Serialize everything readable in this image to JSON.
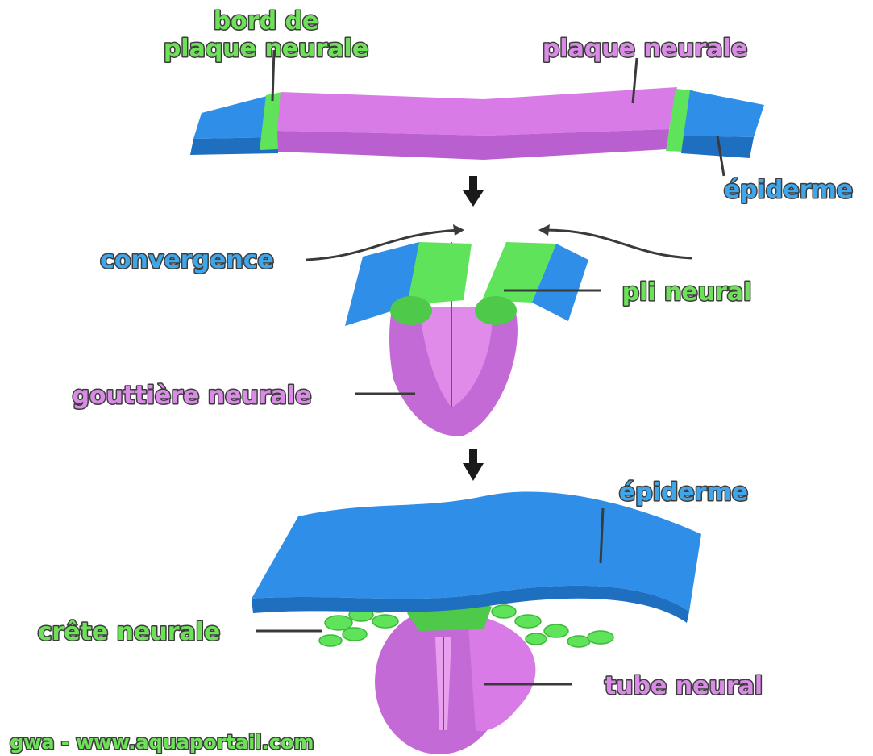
{
  "labels": {
    "bord_de_plaque_neurale_line1": "bord de",
    "bord_de_plaque_neurale_line2": "plaque neurale",
    "plaque_neurale": "plaque neurale",
    "epiderme_top": "épiderme",
    "convergence": "convergence",
    "pli_neural": "pli neural",
    "gouttiere_neurale": "gouttière neurale",
    "epiderme_bottom": "épiderme",
    "crete_neurale": "crête neurale",
    "tube_neural": "tube neural"
  },
  "credit": "gwa - www.aquaportail.com",
  "colors": {
    "epidermis": "#2f8fe8",
    "neural_plate": "#d97be6",
    "neural_plate_border": "#5fe35a",
    "label_green": "#6ee05a",
    "label_purple": "#d98be6",
    "label_blue": "#3fa6ea",
    "arrow": "#1a1a1a"
  }
}
